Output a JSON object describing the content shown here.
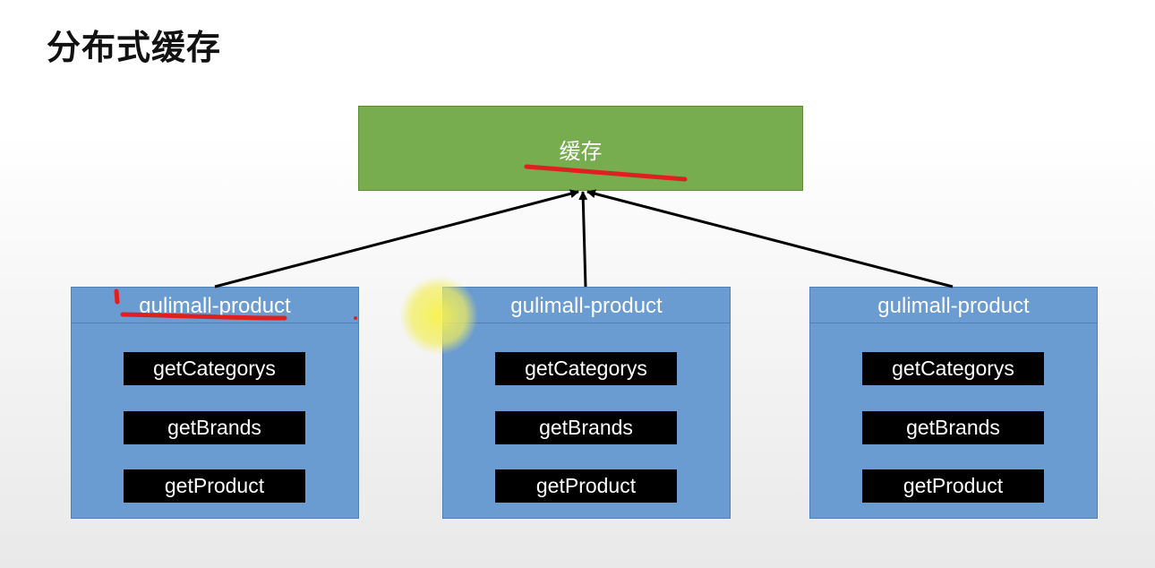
{
  "title": "分布式缓存",
  "cache": {
    "label": "缓存"
  },
  "services": [
    {
      "name": "gulimall-product",
      "methods": [
        "getCategorys",
        "getBrands",
        "getProduct"
      ]
    },
    {
      "name": "gulimall-product",
      "methods": [
        "getCategorys",
        "getBrands",
        "getProduct"
      ]
    },
    {
      "name": "gulimall-product",
      "methods": [
        "getCategorys",
        "getBrands",
        "getProduct"
      ]
    }
  ],
  "colors": {
    "cache_fill": "#77ac4f",
    "service_fill": "#6a9bd1",
    "method_fill": "#000000",
    "arrow": "#000000",
    "pen_annotation": "#e02020",
    "cursor_highlight": "#f5f04a"
  }
}
